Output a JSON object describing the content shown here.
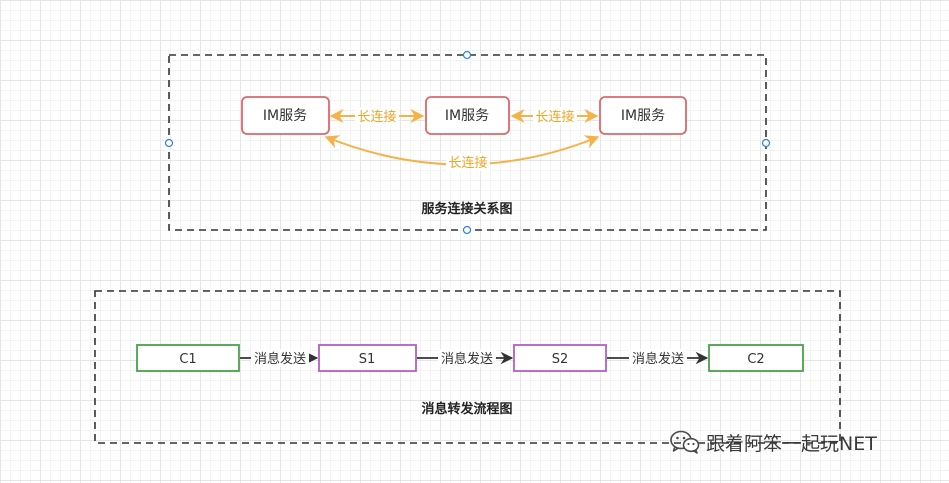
{
  "diagram1": {
    "caption": "服务连接关系图",
    "nodes": [
      {
        "id": "im-1",
        "label": "IM服务"
      },
      {
        "id": "im-2",
        "label": "IM服务"
      },
      {
        "id": "im-3",
        "label": "IM服务"
      }
    ],
    "edges": [
      {
        "from": "im-1",
        "to": "im-2",
        "label": "长连接",
        "bidirectional": true
      },
      {
        "from": "im-2",
        "to": "im-3",
        "label": "长连接",
        "bidirectional": true
      },
      {
        "from": "im-1",
        "to": "im-3",
        "label": "长连接",
        "bidirectional": true,
        "curved": true
      }
    ]
  },
  "diagram2": {
    "caption": "消息转发流程图",
    "nodes": [
      {
        "id": "c1",
        "label": "C1"
      },
      {
        "id": "s1",
        "label": "S1"
      },
      {
        "id": "s2",
        "label": "S2"
      },
      {
        "id": "c2",
        "label": "C2"
      }
    ],
    "edges": [
      {
        "from": "c1",
        "to": "s1",
        "label": "消息发送"
      },
      {
        "from": "s1",
        "to": "s2",
        "label": "消息发送"
      },
      {
        "from": "s2",
        "to": "c2",
        "label": "消息发送"
      }
    ]
  },
  "watermark": {
    "text": "跟着阿笨一起玩NET",
    "icon": "wechat-icon"
  },
  "colors": {
    "im_node_stroke": "#d86a6c",
    "link_stroke": "#f6b149",
    "link_text": "#f3a324",
    "c_node_stroke": "#4aa24b",
    "s_node_stroke": "#b45dc8",
    "flow_arrow": "#333333",
    "frame_stroke": "#333333",
    "handle_stroke": "#2f82d8"
  }
}
